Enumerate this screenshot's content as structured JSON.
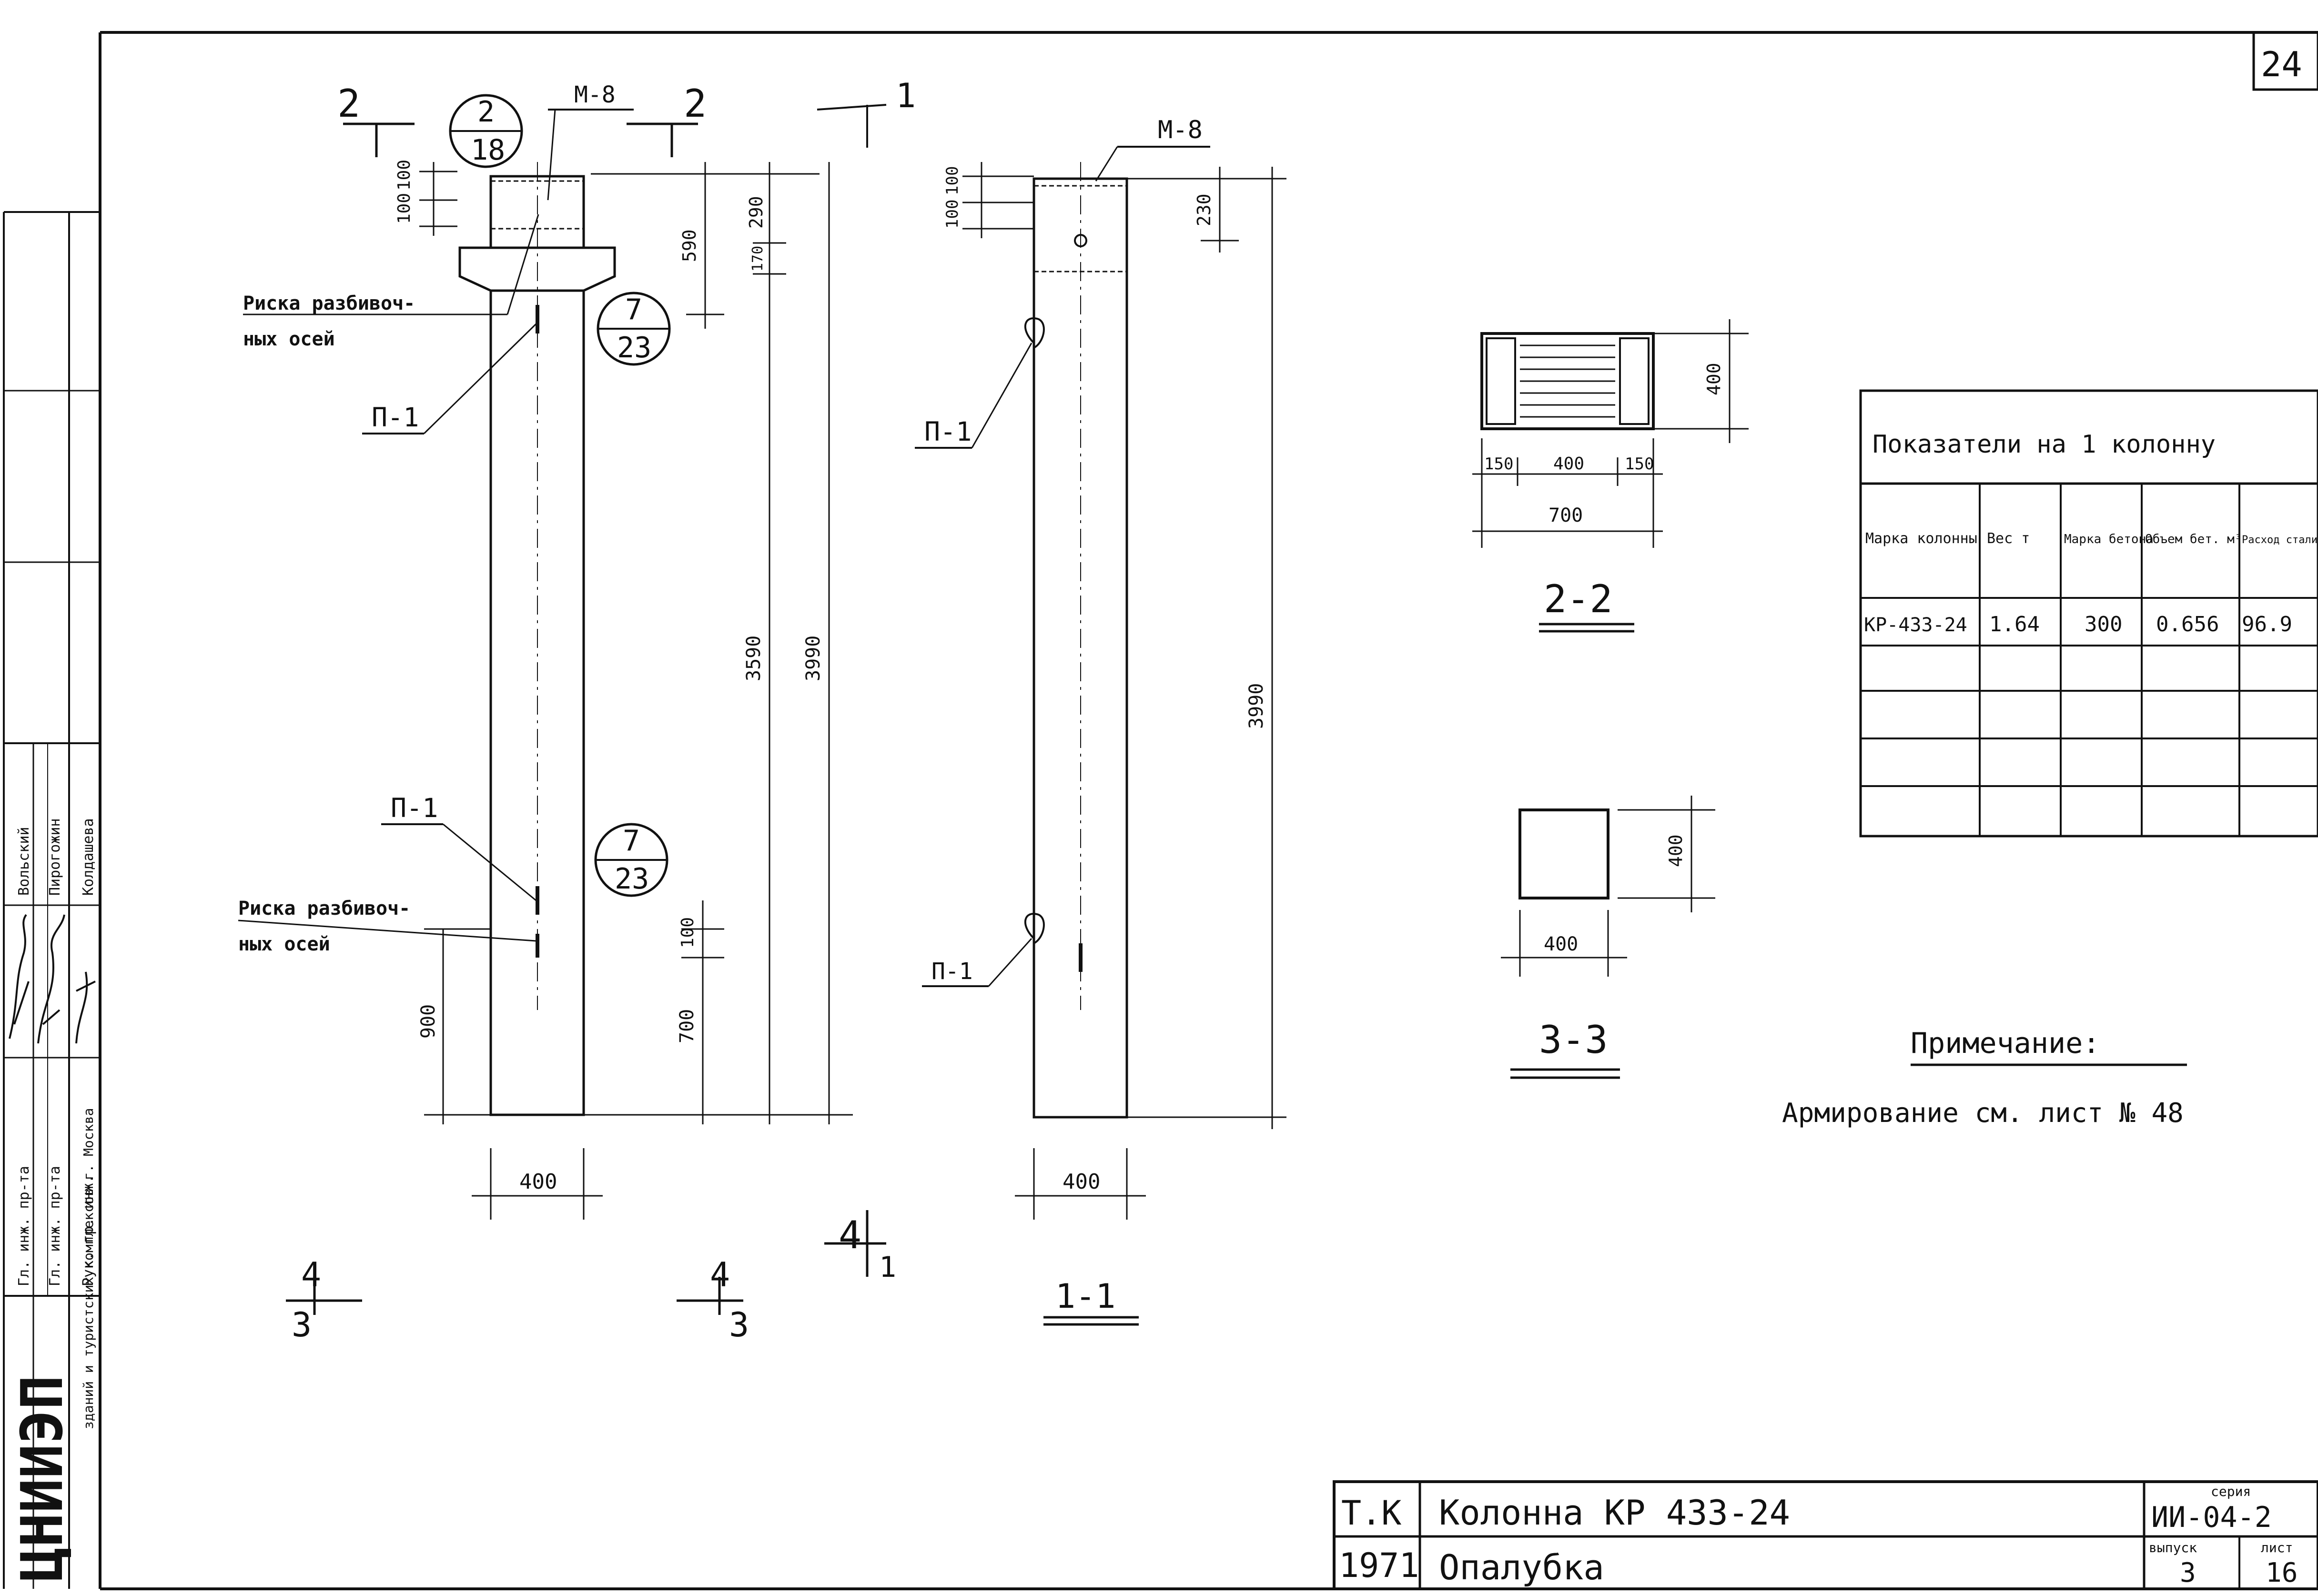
{
  "sheet": {
    "page_number": "24",
    "title_block": {
      "tk": "Т.К",
      "year": "1971",
      "title": "Колонна КР 433-24",
      "subtitle": "Опалубка",
      "series_label": "серия",
      "series": "ИИ-04-2",
      "issue_label": "выпуск",
      "issue": "3",
      "sheet_label": "лист",
      "sheet": "16"
    },
    "stamp": {
      "org": "ЦНИИЭП",
      "org_desc": "зданий и туристских комплексов г. Москва",
      "roles": [
        "Гл. инж. пр-та",
        "Гл. инж. пр-та",
        "Рук. гр. инж."
      ],
      "names": [
        "Вольский",
        "Пирогожин",
        "Колдашева"
      ]
    }
  },
  "view_main": {
    "cut_top_left": "2",
    "cut_top_right": "2",
    "cut_bottom_left_top": "4",
    "cut_bottom_left_bot": "3",
    "cut_bottom_right_top": "4",
    "cut_bottom_right_bot": "3",
    "detail_top": {
      "num": "2",
      "sheet": "18"
    },
    "detail_mid": {
      "num": "7",
      "sheet": "23"
    },
    "detail_low": {
      "num": "7",
      "sheet": "23"
    },
    "part_m8": "М-8",
    "axis_note_line1": "Риска разбивоч-",
    "axis_note_line2": "ных осей",
    "part_p1": "П-1",
    "dims": {
      "d100a": "100",
      "d100b": "100",
      "d590": "590",
      "d290": "290",
      "d170": "170",
      "d3590": "3590",
      "d3990": "3990",
      "d900": "900",
      "d100c": "100",
      "d700": "700",
      "d400": "400"
    }
  },
  "view_side": {
    "cut_top": "1",
    "cut_bottom": "4",
    "cut_bottom_num": "1",
    "section_label": "1-1",
    "part_m8": "М-8",
    "part_p1_top": "П-1",
    "part_p1_bot": "П-1",
    "dims": {
      "d100a": "100",
      "d100b": "100",
      "d230": "230",
      "d3990": "3990",
      "d400": "400"
    }
  },
  "section_2_2": {
    "label": "2-2",
    "dims": {
      "d150a": "150",
      "d400": "400",
      "d150b": "150",
      "d700": "700",
      "d400h": "400"
    }
  },
  "section_3_3": {
    "label": "3-3",
    "dims": {
      "d400w": "400",
      "d400h": "400"
    }
  },
  "indicators_table": {
    "caption": "Показатели на 1 колонну",
    "headers": [
      "Марка колонны",
      "Вес т",
      "Марка бетона",
      "Объем бет. м³",
      "Расход стали кг"
    ],
    "rows": [
      [
        "КР-433-24",
        "1.64",
        "300",
        "0.656",
        "96.9"
      ]
    ]
  },
  "note": {
    "title": "Примечание:",
    "text": "Армирование см. лист № 48"
  }
}
